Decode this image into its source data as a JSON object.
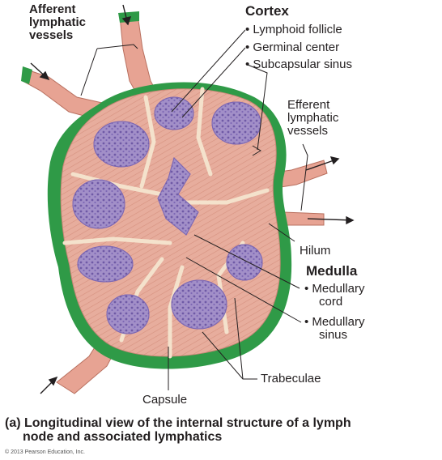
{
  "labels": {
    "afferent": [
      "Afferent",
      "lymphatic",
      "vessels"
    ],
    "cortex_heading": "Cortex",
    "lymphoid_follicle": "• Lymphoid follicle",
    "germinal_center": "• Germinal center",
    "subcapsular_sinus": "• Subcapsular sinus",
    "efferent": [
      "Efferent",
      "lymphatic",
      "vessels"
    ],
    "hilum": "Hilum",
    "medulla_heading": "Medulla",
    "medullary_cord": [
      "• Medullary",
      "cord"
    ],
    "medullary_sinus": [
      "• Medullary",
      "sinus"
    ],
    "trabeculae": "Trabeculae",
    "capsule": "Capsule"
  },
  "caption": {
    "line1": "(a) Longitudinal view of the internal structure of a lymph",
    "line2": "node and associated lymphatics"
  },
  "copyright": "© 2013 Pearson Education, Inc.",
  "colors": {
    "capsule_green": "#2f9a47",
    "tissue_pink": "#e8b0a0",
    "follicle_purple": "#a28fc8",
    "trabecula_cream": "#f4e2cc",
    "leader_line": "#231f20"
  }
}
